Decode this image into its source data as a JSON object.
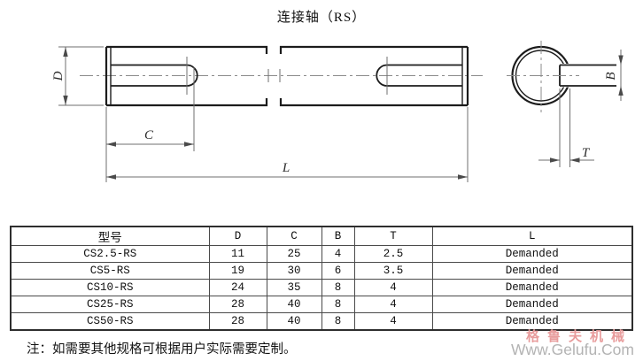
{
  "title": "连接轴（RS）",
  "drawing": {
    "dim_labels": {
      "d": "D",
      "c": "C",
      "l": "L",
      "b": "B",
      "t": "T"
    }
  },
  "table": {
    "headers": [
      "型号",
      "D",
      "C",
      "B",
      "T",
      "L"
    ],
    "rows": [
      [
        "CS2.5-RS",
        "11",
        "25",
        "4",
        "2.5",
        "Demanded"
      ],
      [
        "CS5-RS",
        "19",
        "30",
        "6",
        "3.5",
        "Demanded"
      ],
      [
        "CS10-RS",
        "24",
        "35",
        "8",
        "4",
        "Demanded"
      ],
      [
        "CS25-RS",
        "28",
        "40",
        "8",
        "4",
        "Demanded"
      ],
      [
        "CS50-RS",
        "28",
        "40",
        "8",
        "4",
        "Demanded"
      ]
    ]
  },
  "note": "注：如需要其他规格可根据用户实际需要定制。",
  "watermark": {
    "brand": "格鲁夫机械",
    "url": "Www.Gelufu.Com",
    "brand_color": "#e89c9c",
    "url_color": "#b3b3b3"
  },
  "colors": {
    "object_line": "#1c1c1c",
    "dimension_line": "#6f6f6f",
    "center_line": "#8b8b8b",
    "table_border": "#4a4a4a",
    "background": "#ffffff"
  }
}
